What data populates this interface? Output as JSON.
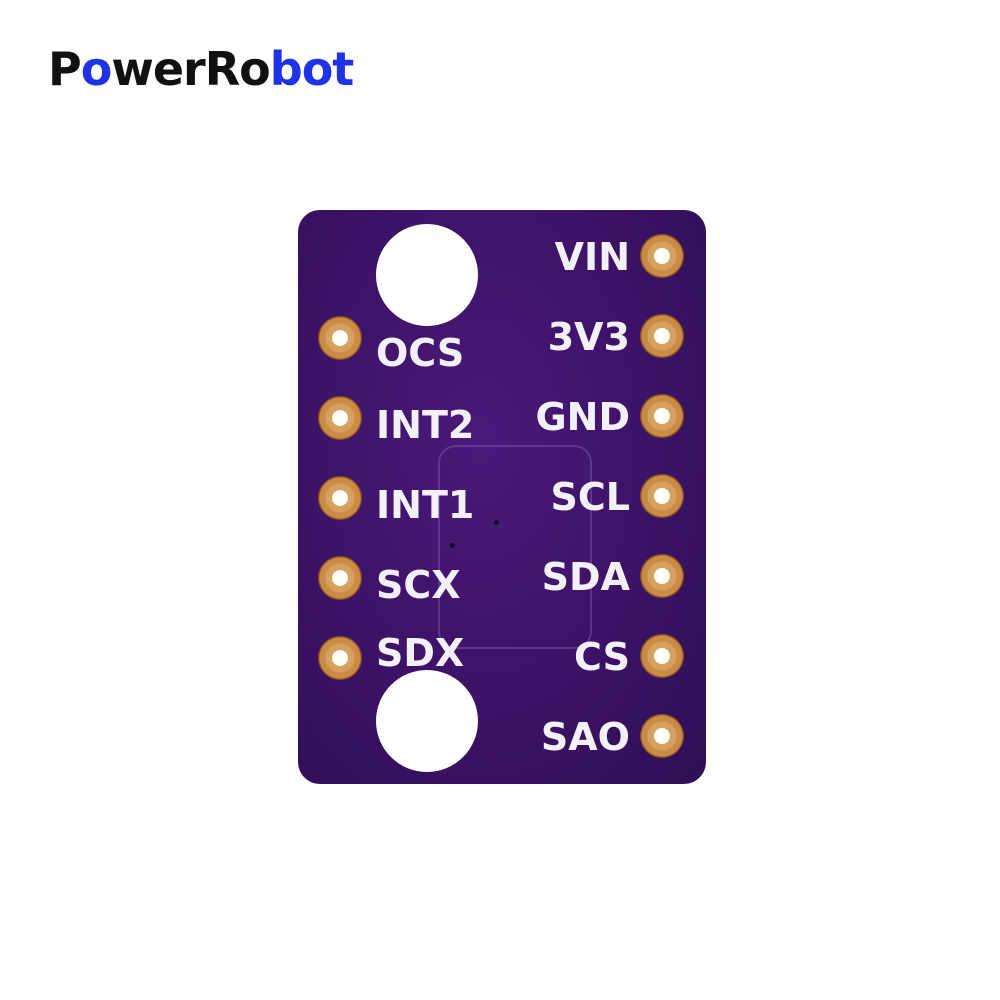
{
  "brand": {
    "part1": "P",
    "part2": "o",
    "part3": "wer",
    "part4": "R",
    "part5": "o",
    "part6": "b",
    "part7": "ot"
  },
  "board": {
    "color": "#3d1466",
    "left_pins": [
      "OCS",
      "INT2",
      "INT1",
      "SCX",
      "SDX"
    ],
    "right_pins": [
      "VIN",
      "3V3",
      "GND",
      "SCL",
      "SDA",
      "CS",
      "SAO"
    ]
  }
}
